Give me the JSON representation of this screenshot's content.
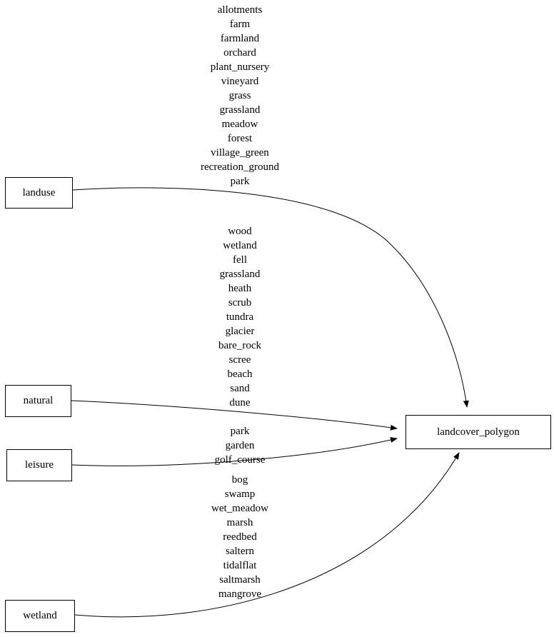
{
  "diagram": {
    "nodes": {
      "landuse": "landuse",
      "natural": "natural",
      "leisure": "leisure",
      "wetland": "wetland",
      "target": "landcover_polygon"
    },
    "edge_labels": {
      "landuse": [
        "allotments",
        "farm",
        "farmland",
        "orchard",
        "plant_nursery",
        "vineyard",
        "grass",
        "grassland",
        "meadow",
        "forest",
        "village_green",
        "recreation_ground",
        "park"
      ],
      "natural": [
        "wood",
        "wetland",
        "fell",
        "grassland",
        "heath",
        "scrub",
        "tundra",
        "glacier",
        "bare_rock",
        "scree",
        "beach",
        "sand",
        "dune"
      ],
      "leisure": [
        "park",
        "garden",
        "golf_course"
      ],
      "wetland": [
        "bog",
        "swamp",
        "wet_meadow",
        "marsh",
        "reedbed",
        "saltern",
        "tidalflat",
        "saltmarsh",
        "mangrove"
      ]
    },
    "colors": {
      "stroke": "#000000",
      "background": "#ffffff",
      "text": "#000000"
    }
  }
}
